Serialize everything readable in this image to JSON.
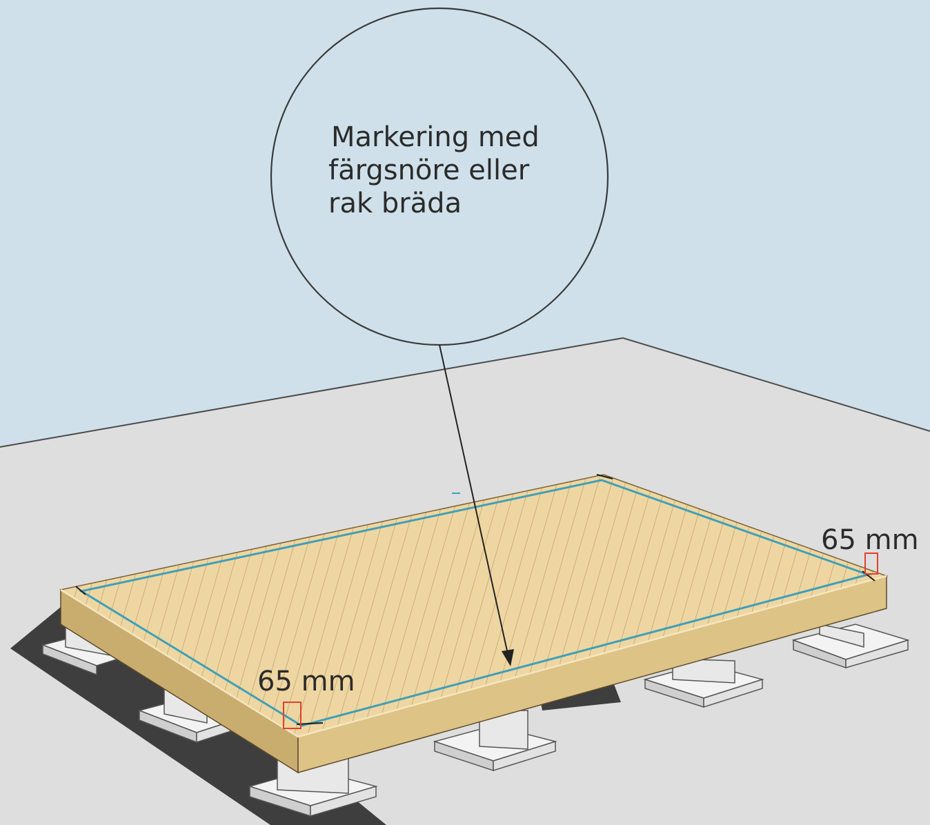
{
  "callout": {
    "lines": [
      "Markering  med",
      "färgsnöre eller",
      "rak  bräda"
    ]
  },
  "dimensions": {
    "left": "65 mm",
    "right": "65 mm"
  },
  "colors": {
    "sky": "#cfe0ea",
    "ground": "#dedede",
    "deck_top": "#eed6a2",
    "deck_side": "#ddc386",
    "chalk_line": "#3f9fb8",
    "dimension_marker": "#e2402c",
    "footing": "#ececec",
    "shadow": "#3e3e3e"
  }
}
